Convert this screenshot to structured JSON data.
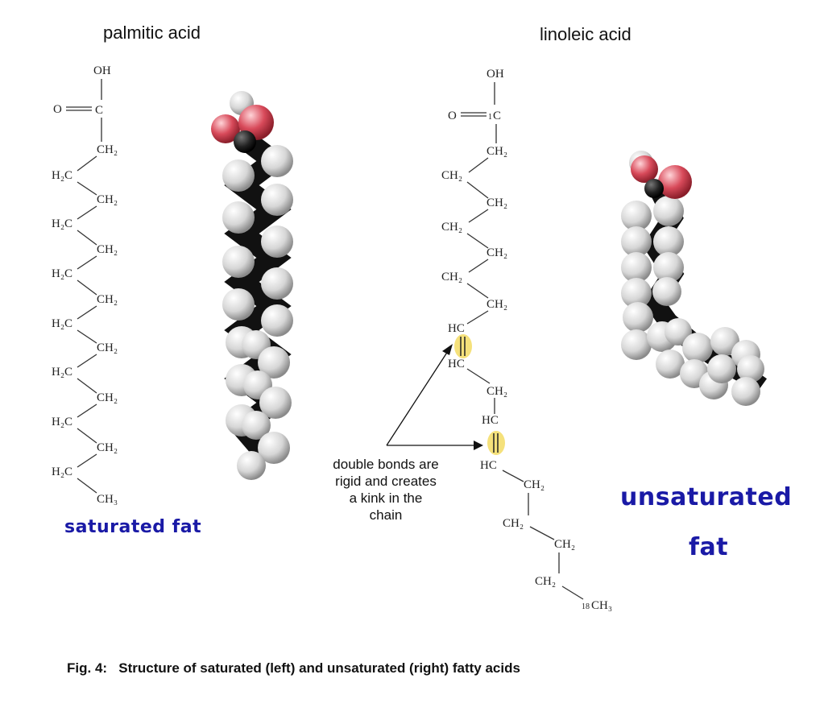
{
  "titles": {
    "left": "palmitic acid",
    "right": "linoleic acid"
  },
  "labels": {
    "saturated": "saturated fat",
    "unsaturated_line1": "unsaturated",
    "unsaturated_line2": "fat"
  },
  "annotation": {
    "line1": "double bonds are",
    "line2": "rigid and creates",
    "line3": "a kink in the",
    "line4": "chain"
  },
  "caption": {
    "prefix": "Fig. 4:",
    "text": "Structure of saturated (left) and unsaturated (right) fatty acids"
  },
  "chem_labels": {
    "oh": "OH",
    "o": "O",
    "c": "C",
    "ch2": "CH₂",
    "h2c": "H₂C",
    "ch3": "CH₃",
    "hc": "HC",
    "c1": "1",
    "c18": "18"
  },
  "colors": {
    "handwriting": "#1a1aa6",
    "oxygen": "#d84a5a",
    "hydrogen": "#d9d9d9",
    "carbon": "#1c1c1c",
    "double_bond_highlight": "#f3dc64"
  }
}
